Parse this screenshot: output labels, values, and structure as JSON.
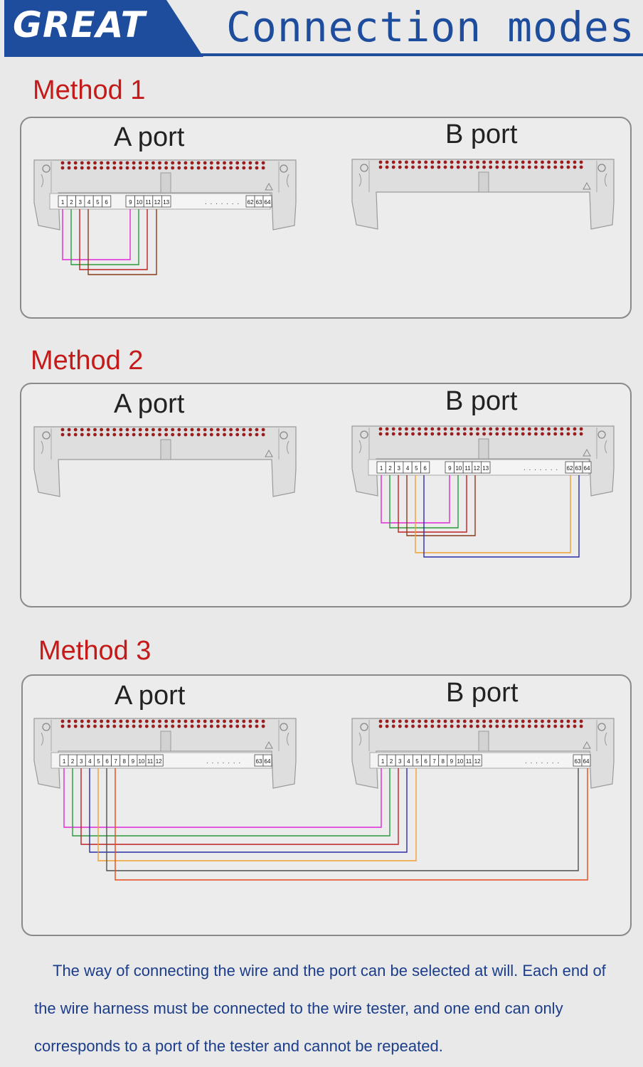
{
  "header": {
    "brand": "GREAT",
    "title": "Connection modes"
  },
  "methods": [
    {
      "title": "Method 1",
      "port_a_label": "A port",
      "port_b_label": "B port",
      "port_a_pins": [
        "1",
        "2",
        "3",
        "4",
        "5",
        "6",
        "9",
        "10",
        "11",
        "12",
        "13",
        "62",
        "63",
        "64"
      ],
      "ellipsis": ". . . . . . ."
    },
    {
      "title": "Method 2",
      "port_a_label": "A port",
      "port_b_label": "B port",
      "port_b_pins": [
        "1",
        "2",
        "3",
        "4",
        "5",
        "6",
        "9",
        "10",
        "11",
        "12",
        "13",
        "62",
        "63",
        "64"
      ],
      "ellipsis": ". . . . . . ."
    },
    {
      "title": "Method 3",
      "port_a_label": "A port",
      "port_b_label": "B port",
      "port_a_pins": [
        "1",
        "2",
        "3",
        "4",
        "5",
        "6",
        "7",
        "8",
        "9",
        "10",
        "11",
        "12",
        "63",
        "64"
      ],
      "port_b_pins": [
        "1",
        "2",
        "3",
        "4",
        "5",
        "6",
        "7",
        "8",
        "9",
        "10",
        "11",
        "12",
        "63",
        "64"
      ],
      "ellipsis": ". . . . . . ."
    }
  ],
  "colors": {
    "brand": "#1d4d9c",
    "method_title": "#c41a1a",
    "pin_dot": "#9b1c1c",
    "connector_body": "#dedede",
    "wires": [
      "#e028d8",
      "#2a9a3a",
      "#c02020",
      "#8a3a1a",
      "#2c2ca8",
      "#f0a030",
      "#505050",
      "#e84a1a"
    ]
  },
  "note": "The way of connecting the wire and the port can be selected at will. Each end of the wire harness must be connected to the wire tester, and one end can only corresponds to a port of the tester and cannot be repeated."
}
